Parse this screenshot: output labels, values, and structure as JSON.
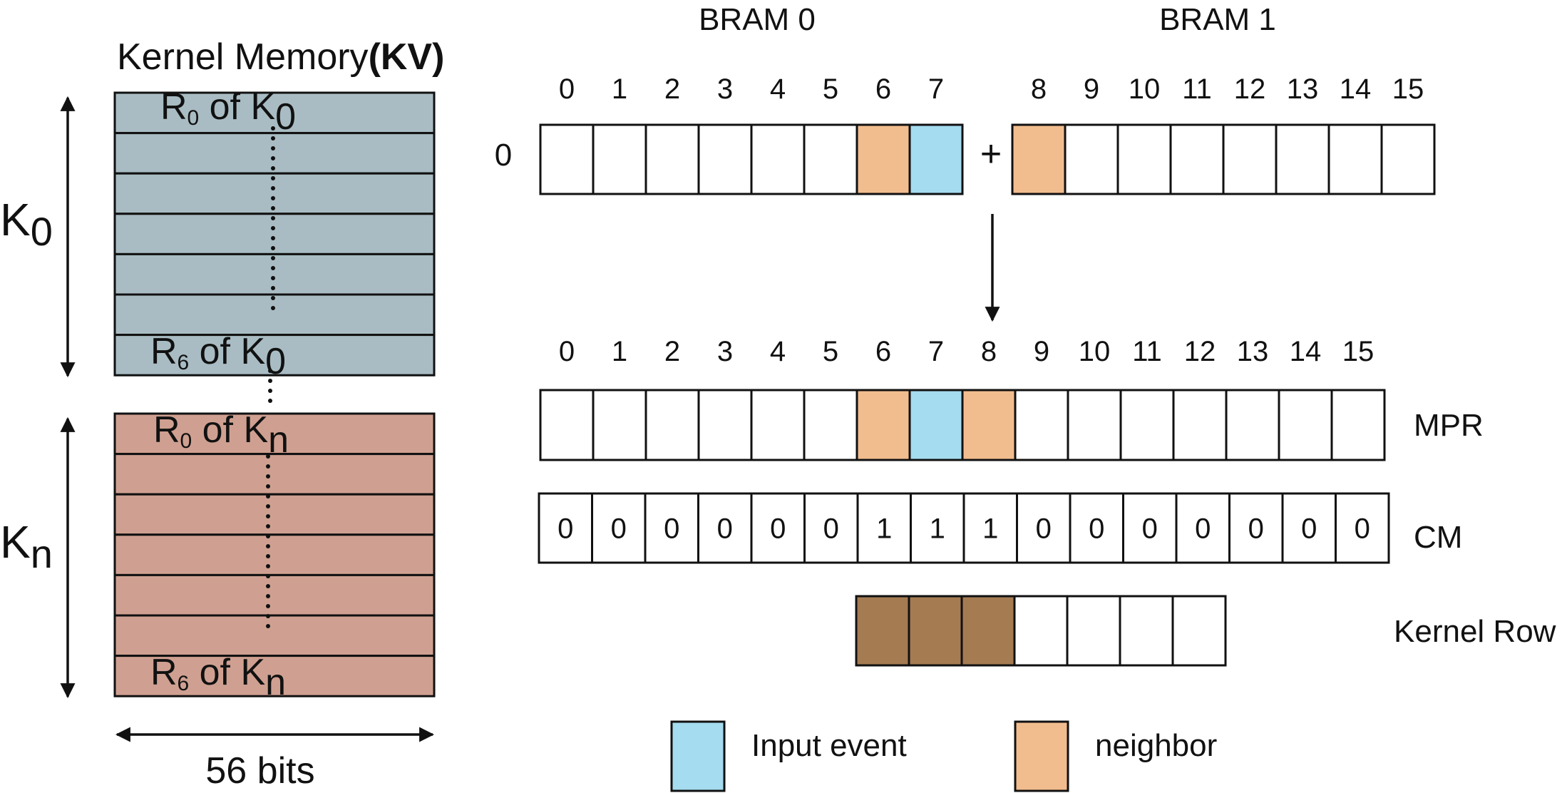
{
  "colors": {
    "input_event": "#a5dcef",
    "neighbor": "#f2bd8e",
    "kernel_k0": "#a9bcc3",
    "kernel_kn": "#cfa091",
    "kernel_row_filled": "#a57b52",
    "white": "#ffffff"
  },
  "kernel_memory": {
    "title_text": "Kernel Memory",
    "title_bold": "(KV)",
    "k0_label_main": "K",
    "k0_label_sub": "0",
    "kn_label_main": "K",
    "kn_label_sub": "n",
    "width_label": "56 bits",
    "rows_per_kernel": 7,
    "k0_first_row": {
      "r": "R",
      "rsub": "0",
      "of": " of ",
      "k": "K",
      "ksub": "0"
    },
    "k0_last_row": {
      "r": "R",
      "rsub": "6",
      "of": " of ",
      "k": "K",
      "ksub": "0"
    },
    "kn_first_row": {
      "r": "R",
      "rsub": "0",
      "of": " of ",
      "k": "K",
      "ksub": "n"
    },
    "kn_last_row": {
      "r": "R",
      "rsub": "6",
      "of": " of ",
      "k": "K",
      "ksub": "n"
    }
  },
  "bram": {
    "bram0_label": "BRAM 0",
    "bram1_label": "BRAM 1",
    "row_label": "0",
    "plus": "+",
    "bram0_indices": [
      "0",
      "1",
      "2",
      "3",
      "4",
      "5",
      "6",
      "7"
    ],
    "bram1_indices": [
      "8",
      "9",
      "10",
      "11",
      "12",
      "13",
      "14",
      "15"
    ],
    "bram0_cells": [
      "white",
      "white",
      "white",
      "white",
      "white",
      "white",
      "neighbor",
      "input_event"
    ],
    "bram1_cells": [
      "neighbor",
      "white",
      "white",
      "white",
      "white",
      "white",
      "white",
      "white"
    ]
  },
  "mpr": {
    "label": "MPR",
    "indices": [
      "0",
      "1",
      "2",
      "3",
      "4",
      "5",
      "6",
      "7",
      "8",
      "9",
      "10",
      "11",
      "12",
      "13",
      "14",
      "15"
    ],
    "cells": [
      "white",
      "white",
      "white",
      "white",
      "white",
      "white",
      "neighbor",
      "input_event",
      "neighbor",
      "white",
      "white",
      "white",
      "white",
      "white",
      "white",
      "white"
    ]
  },
  "cm": {
    "label": "CM",
    "values": [
      "0",
      "0",
      "0",
      "0",
      "0",
      "0",
      "1",
      "1",
      "1",
      "0",
      "0",
      "0",
      "0",
      "0",
      "0",
      "0"
    ]
  },
  "kernel_row": {
    "label": "Kernel Row",
    "cells": [
      "kernel_row_filled",
      "kernel_row_filled",
      "kernel_row_filled",
      "white",
      "white",
      "white",
      "white"
    ]
  },
  "legend": [
    {
      "label": "Input event",
      "color": "input_event"
    },
    {
      "label": "neighbor",
      "color": "neighbor"
    }
  ]
}
